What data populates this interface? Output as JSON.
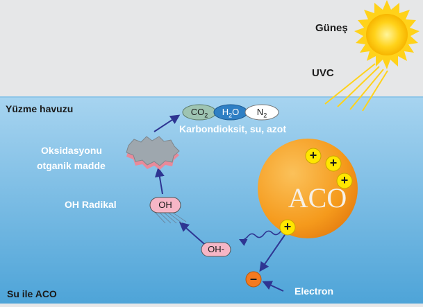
{
  "labels": {
    "sun": "Güneş",
    "uvc": "UVC",
    "pool": "Yüzme havuzu",
    "products": "Karbondioksit, su, azot",
    "oxidized_line1": "Oksidasyonu",
    "oxidized_line2": "otganik madde",
    "oh_radical": "OH Radikal",
    "aco_water": "Su ile ACO",
    "electron": "Electron",
    "aco": "ACO",
    "oh_pill": "OH",
    "oh_minus_pill": "OH-",
    "plus": "+",
    "minus": "–"
  },
  "molecules": {
    "co2_base": "CO",
    "co2_sub": "2",
    "h2o_h": "H",
    "h2o_sub": "2",
    "h2o_o": "O",
    "n2_base": "N",
    "n2_sub": "2"
  },
  "colors": {
    "sky": "#e6e7e8",
    "water_top": "#9fd0ee",
    "water_bottom": "#4fa7d9",
    "sun": "#ffd21a",
    "aco_ball": "#f49a1f",
    "charge": "#ffe600",
    "electron": "#f47a20",
    "arrow": "#2e3592",
    "pill_pink": "#f6b6c6",
    "h2o_blue": "#2f7fc4",
    "co2_green": "#9ec4b2"
  }
}
